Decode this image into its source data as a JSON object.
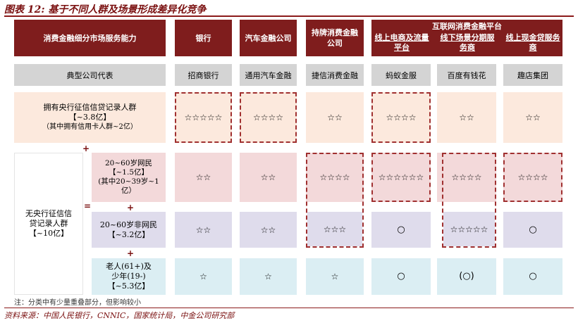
{
  "title": "图表 12:  基于不同人群及场景形成差异化竞争",
  "header": {
    "capability": "消费金融细分市场服务能力",
    "bank": "银行",
    "auto": "汽车金融公司",
    "licensed": "持牌消费金融公司",
    "internet": "互联网消费金融平台",
    "sub1": "线上电商及流量平台",
    "sub2": "线下场景分期服务商",
    "sub3": "线上现金贷服务商"
  },
  "representatives": {
    "label": "典型公司代表",
    "bank": "招商银行",
    "auto": "通用汽车金融",
    "licensed": "捷信消费金融",
    "p1": "蚂蚁金服",
    "p2": "百度有钱花",
    "p3": "趣店集团"
  },
  "row_credit": {
    "line1": "拥有央行征信信贷记录人群",
    "line2": "【~3.8亿】",
    "line3": "（其中拥有信用卡人群~2亿）",
    "bank": "☆☆☆☆☆",
    "auto": "☆☆☆☆",
    "licensed": "☆☆",
    "p1": "☆☆☆☆",
    "p2": "☆☆",
    "p3": "☆☆"
  },
  "no_credit": {
    "line1": "无央行征信信",
    "line2": "贷记录人群",
    "line3": "【~10亿】"
  },
  "row_netizen": {
    "line1": "20~60岁网民",
    "line2": "【~1.5亿】",
    "line3": "(其中20~39岁~1",
    "line4": "亿）",
    "bank": "☆☆",
    "auto": "☆☆",
    "licensed": "☆☆☆☆",
    "p1": "☆☆☆☆☆☆",
    "p2": "☆☆☆☆",
    "p3": "☆☆☆☆"
  },
  "row_nonnet": {
    "line1": "20~60岁非网民",
    "line2": "【~3.2亿】",
    "bank": "☆☆",
    "auto": "☆☆",
    "licensed": "☆☆☆",
    "p1": "○",
    "p2": "☆☆☆☆☆",
    "p3": "○"
  },
  "row_elder": {
    "line1": "老人(61+)及",
    "line2": "少年(19-)",
    "line3": "【~5.3亿】",
    "bank": "☆",
    "auto": "☆",
    "licensed": "☆",
    "p1": "○",
    "p2": "(○)",
    "p3": "○"
  },
  "symbols": {
    "plus": "+",
    "equals": "="
  },
  "note": "注：分类中有少量重叠部分，但影响较小",
  "source": "资料来源：中国人民银行，CNNIC，国家统计局，中金公司研究部",
  "colors": {
    "header": "#7f1d1d",
    "peach": "#fce9dd",
    "pink": "#f3d9da",
    "lavender": "#dfdcec",
    "cyan": "#dbeef3",
    "dash": "#a03030"
  }
}
